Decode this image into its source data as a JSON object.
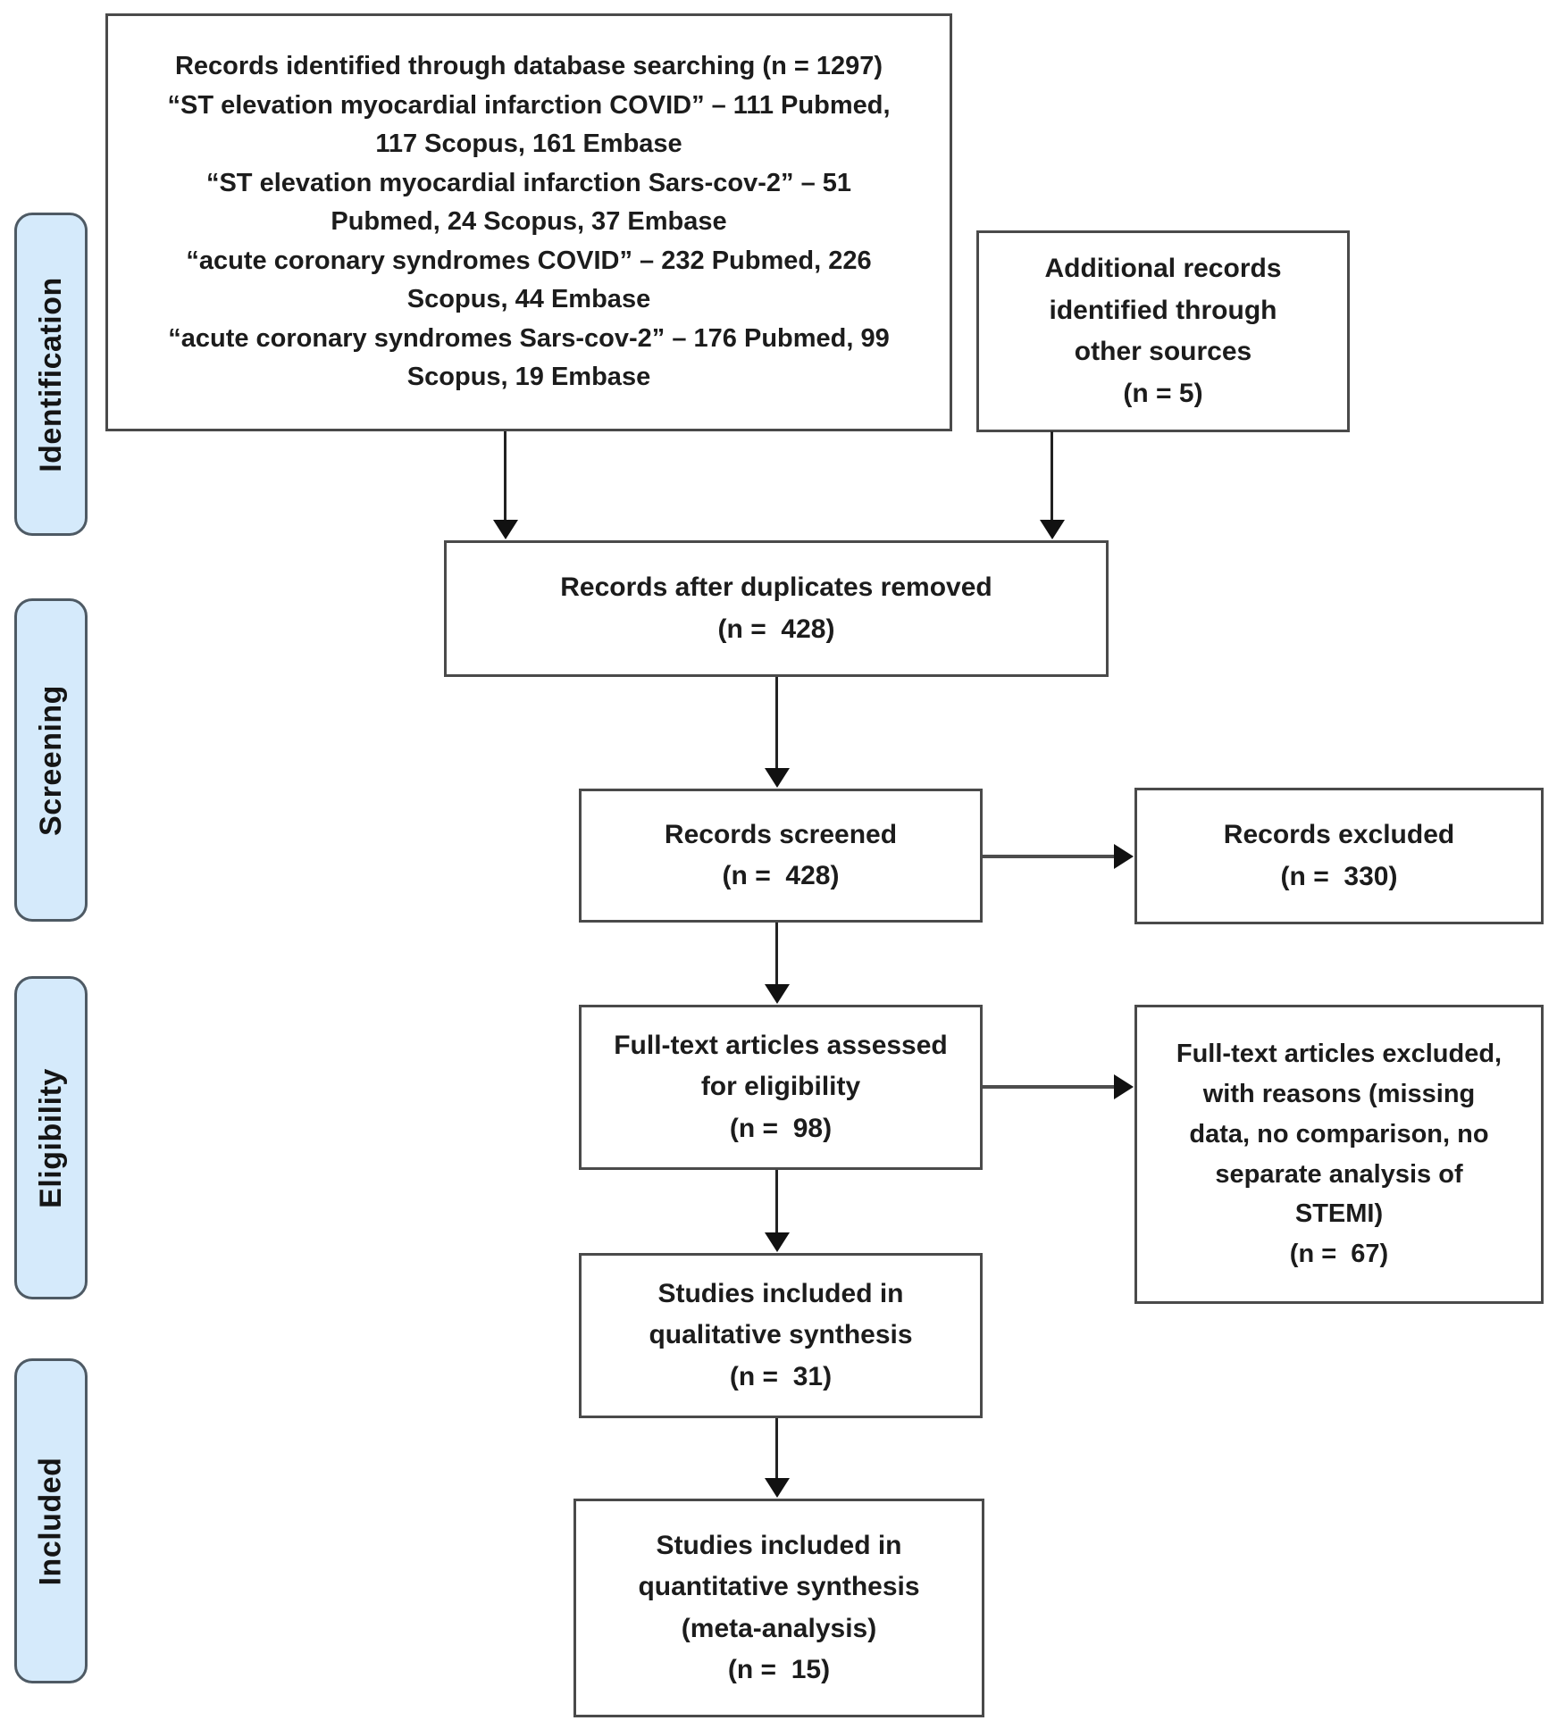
{
  "diagram": {
    "type": "prisma-flow-diagram",
    "stage_labels": [
      {
        "id": "identification",
        "label": "Identification"
      },
      {
        "id": "screening",
        "label": "Screening"
      },
      {
        "id": "eligibility",
        "label": "Eligibility"
      },
      {
        "id": "included",
        "label": "Included"
      }
    ],
    "boxes": {
      "records_identified": {
        "n": 1297,
        "lines": [
          "Records identified through database searching (n = 1297)",
          "“ST elevation myocardial infarction COVID” – 111 Pubmed,",
          "117 Scopus, 161 Embase",
          "“ST elevation myocardial infarction Sars-cov-2” – 51",
          "Pubmed, 24 Scopus, 37 Embase",
          "“acute coronary syndromes COVID” – 232 Pubmed, 226",
          "Scopus, 44 Embase",
          "“acute coronary syndromes Sars-cov-2” – 176 Pubmed, 99",
          "Scopus, 19 Embase"
        ]
      },
      "additional_records": {
        "n": 5,
        "lines": [
          "Additional records",
          "identified through",
          "other sources",
          "(n = 5)"
        ]
      },
      "duplicates_removed": {
        "n": 428,
        "lines": [
          "Records after duplicates removed",
          "(n =  428)"
        ]
      },
      "records_screened": {
        "n": 428,
        "lines": [
          "Records screened",
          "(n =  428)"
        ]
      },
      "records_excluded": {
        "n": 330,
        "lines": [
          "Records excluded",
          "(n =  330)"
        ]
      },
      "fulltext_assessed": {
        "n": 98,
        "lines": [
          "Full-text articles assessed",
          "for eligibility",
          "(n =  98)"
        ]
      },
      "fulltext_excluded": {
        "n": 67,
        "lines": [
          "Full-text articles excluded,",
          "with reasons (missing",
          "data, no comparison, no",
          "separate analysis of",
          "STEMI)",
          "(n =  67)"
        ]
      },
      "qualitative_synthesis": {
        "n": 31,
        "lines": [
          "Studies included in",
          "qualitative synthesis",
          "(n =  31)"
        ]
      },
      "quantitative_synthesis": {
        "n": 15,
        "lines": [
          "Studies included in",
          "quantitative synthesis",
          "(meta-analysis)",
          "(n =  15)"
        ]
      }
    },
    "colors": {
      "stage_label_fill": "#d5eafb",
      "stage_label_border": "#4e5a64",
      "box_border": "#4a4a4a",
      "arrow": "#111111",
      "background": "#ffffff"
    }
  }
}
